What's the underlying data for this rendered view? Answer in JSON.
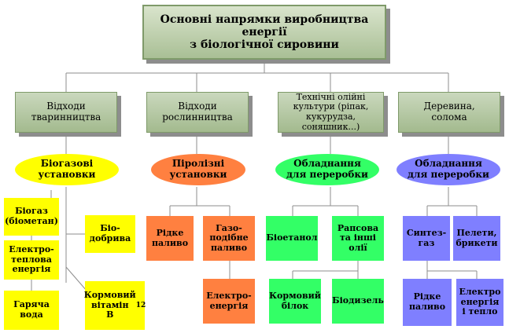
{
  "title": "Основні напрямки виробництва енергії\nз біологічної сировини",
  "categories": [
    "Відходи\nтваринництва",
    "Відходи\nрослинництва",
    "Технічні олійні\nкультури (ріпак,\nкукурудза, соняшник...)",
    "Деревина,\nсолома"
  ],
  "processes": [
    "Біогазові\nустановки",
    "Піролізні\nустановки",
    "Обладнання\nдля переробки",
    "Обладнання\nдля переробки"
  ],
  "products": {
    "animal": {
      "biogas": "Біогаз\n(біометан)",
      "electro_heat": "Електро-\nтеплова\nенергія",
      "hot_water": "Гаряча\nвода",
      "fertilizer": "Біо-\nдобрива",
      "vitamin_main": "Кормовий\nвітамін\nB",
      "vitamin_sub": "12"
    },
    "plant": {
      "liquid_fuel": "Рідке\nпаливо",
      "gas_fuel": "Газо-\nподібне\nпаливо",
      "electricity": "Електро-\nенергія"
    },
    "oil": {
      "bioethanol": "Біоетанол",
      "rapeseed": "Рапсова\nта інші\nолії",
      "feed_protein": "Кормовий\nбілок",
      "biodiesel": "Біодизель"
    },
    "wood": {
      "syngas": "Синтез-\nгаз",
      "pellets": "Пелети,\nбрикети",
      "liquid_fuel": "Рідке\nпаливо",
      "electro_heat": "Електро\nенергія\nі тепло"
    }
  },
  "colors": {
    "header_fill": "#cad8bd",
    "animal": "#ffff00",
    "plant": "#ff8040",
    "oil": "#33ff66",
    "wood": "#7f7fff",
    "connector": "#8d8d8d"
  }
}
